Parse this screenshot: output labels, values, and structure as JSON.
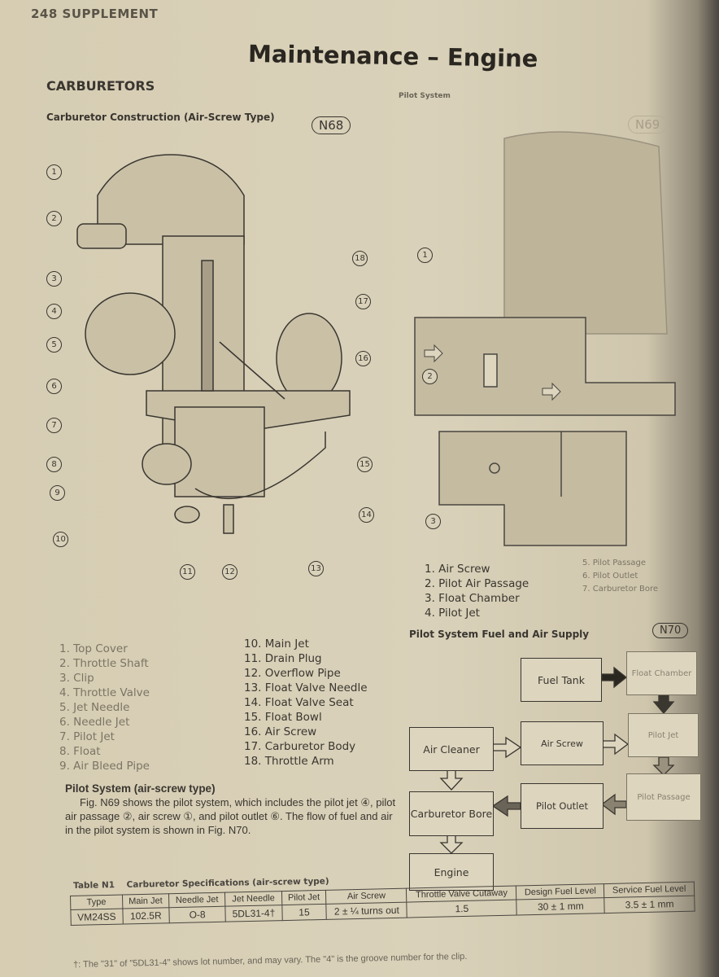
{
  "header": {
    "page_number": "248",
    "section": "SUPPLEMENT"
  },
  "title": "Maintenance – Engine",
  "section_heading": "CARBURETORS",
  "subheading": "Pilot System",
  "fig_n68": {
    "caption": "Carburetor Construction (Air-Screw Type)",
    "badge": "N68",
    "callouts": [
      "1",
      "2",
      "3",
      "4",
      "5",
      "6",
      "7",
      "8",
      "9",
      "10",
      "11",
      "12",
      "13",
      "14",
      "15",
      "16",
      "17",
      "18"
    ],
    "legend": [
      "1. Top Cover",
      "2. Throttle Shaft",
      "3. Clip",
      "4. Throttle Valve",
      "5. Jet Needle",
      "6. Needle Jet",
      "7. Pilot Jet",
      "8. Float",
      "9. Air Bleed Pipe",
      "10. Main Jet",
      "11. Drain Plug",
      "12. Overflow Pipe",
      "13. Float Valve Needle",
      "14. Float Valve Seat",
      "15. Float Bowl",
      "16. Air Screw",
      "17. Carburetor Body",
      "18. Throttle Arm"
    ]
  },
  "fig_n69": {
    "badge": "N69",
    "callouts": [
      "1",
      "2",
      "3"
    ],
    "legend": [
      "1. Air Screw",
      "2. Pilot Air Passage",
      "3. Float Chamber",
      "4. Pilot Jet",
      "5. Pilot Passage",
      "6. Pilot Outlet",
      "7. Carburetor Bore"
    ]
  },
  "fig_n70": {
    "caption": "Pilot System Fuel and Air Supply",
    "badge": "N70",
    "boxes": {
      "fuel_tank": "Fuel Tank",
      "float_chamber": "Float Chamber",
      "air_cleaner": "Air Cleaner",
      "air_screw": "Air Screw",
      "pilot_jet": "Pilot Jet",
      "carburetor_bore": "Carburetor Bore",
      "pilot_outlet": "Pilot Outlet",
      "pilot_passage": "Pilot Passage",
      "engine": "Engine"
    }
  },
  "paragraph": {
    "heading": "Pilot System (air-screw type)",
    "body": "Fig. N69 shows the pilot system, which includes the pilot jet ④, pilot air passage ②, air screw ①, and pilot outlet ⑥. The flow of fuel and air in the pilot system is shown in Fig. N70."
  },
  "table": {
    "label": "Table N1",
    "title": "Carburetor Specifications (air-screw type)",
    "headers": [
      "Type",
      "Main Jet",
      "Needle Jet",
      "Jet Needle",
      "Pilot Jet",
      "Air Screw",
      "Throttle Valve Cutaway",
      "Design Fuel Level",
      "Service Fuel Level"
    ],
    "row": [
      "VM24SS",
      "102.5R",
      "O-8",
      "5DL31-4†",
      "15",
      "2 ± ¼ turns out",
      "1.5",
      "30 ± 1 mm",
      "3.5 ± 1 mm"
    ],
    "footnote": "†: The \"31\" of \"5DL31-4\" shows lot number, and may vary. The \"4\" is the groove number for the clip."
  },
  "colors": {
    "paper": "#d6cdb3",
    "ink": "#3a3630"
  }
}
